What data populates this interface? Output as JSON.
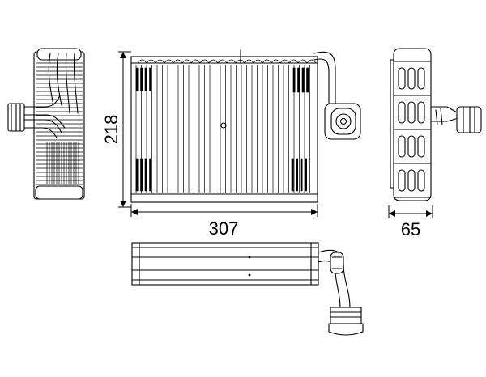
{
  "dimensions": {
    "height": "218",
    "width": "307",
    "depth": "65"
  }
}
